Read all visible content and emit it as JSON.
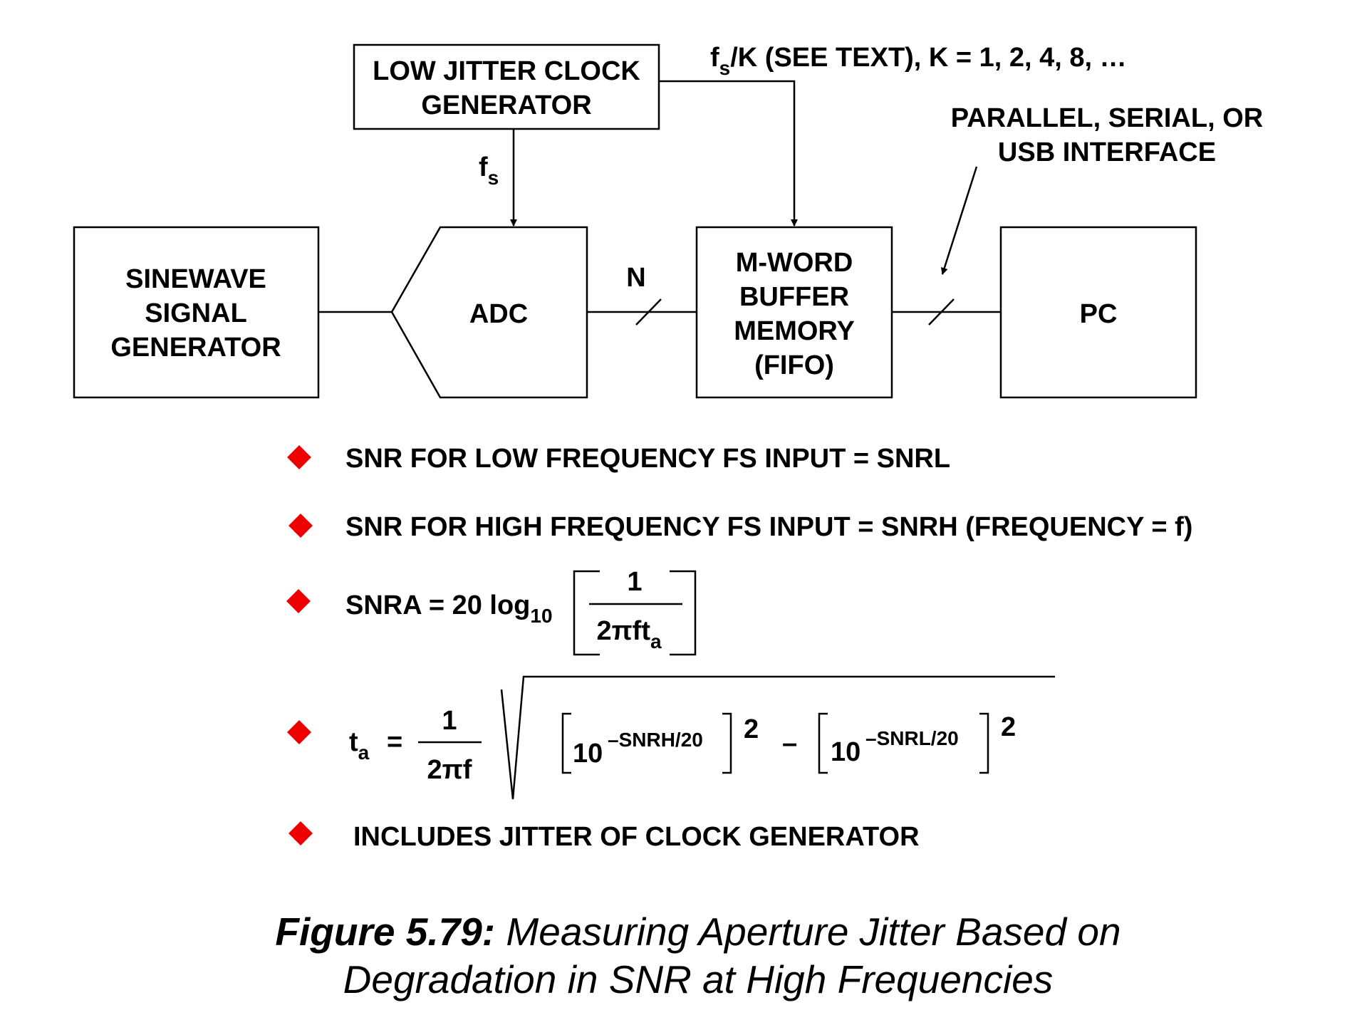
{
  "blocks": {
    "clock": {
      "line1": "LOW JITTER CLOCK",
      "line2": "GENERATOR"
    },
    "sine": {
      "line1": "SINEWAVE",
      "line2": "SIGNAL",
      "line3": "GENERATOR"
    },
    "adc": {
      "label": "ADC"
    },
    "buffer": {
      "line1": "M-WORD",
      "line2": "BUFFER",
      "line3": "MEMORY",
      "line4": "(FIFO)"
    },
    "pc": {
      "label": "PC"
    }
  },
  "signals": {
    "fs_main": "f",
    "fs_sub": "s",
    "fsk_main": "f",
    "fsk_sub": "s",
    "fsk_rest": "/K  (SEE TEXT), K = 1, 2, 4, 8, …",
    "n_label": "N",
    "interface_line1": "PARALLEL, SERIAL, OR",
    "interface_line2": "USB INTERFACE"
  },
  "bullets": {
    "b1": "SNR FOR LOW FREQUENCY FS INPUT = SNRL",
    "b2": "SNR FOR HIGH FREQUENCY FS INPUT = SNRH  (FREQUENCY = f)",
    "b5": "INCLUDES JITTER OF CLOCK GENERATOR"
  },
  "eq1": {
    "lhs": "SNRA = 20 log",
    "lhs_sub": "10",
    "numerator": "1",
    "denominator": "2πft",
    "denominator_sub": "a"
  },
  "eq2": {
    "lhs": "t",
    "lhs_sub": "a",
    "equals": "=",
    "numerator": "1",
    "denominator": "2πf",
    "term1_base": "10",
    "term1_exp": "–SNRH/20",
    "term1_pow": "2",
    "minus": "–",
    "term2_base": "10",
    "term2_exp": "–SNRL/20",
    "term2_pow": "2"
  },
  "caption": {
    "label": "Figure 5.79:",
    "line1": " Measuring Aperture Jitter Based on",
    "line2": "Degradation in SNR at High Frequencies"
  },
  "colors": {
    "bullet": "#ee0000",
    "ink": "#000000"
  }
}
